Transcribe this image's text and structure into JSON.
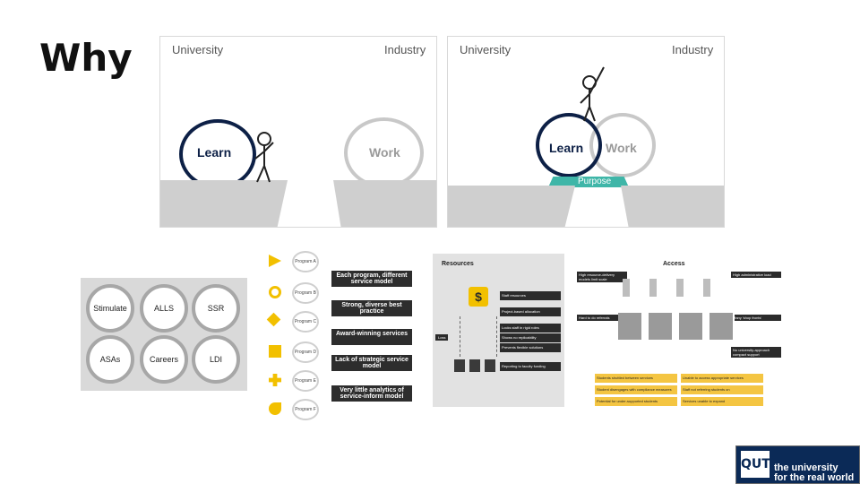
{
  "slide": {
    "title": "Why"
  },
  "diagram_a": {
    "university_label": "University",
    "industry_label": "Industry",
    "learn_label": "Learn",
    "work_label": "Work"
  },
  "diagram_b": {
    "university_label": "University",
    "industry_label": "Industry",
    "learn_label": "Learn",
    "work_label": "Work",
    "bridge_label": "Purpose"
  },
  "grid_panel": {
    "rings": [
      "Stimulate",
      "ALLS",
      "SSR",
      "ASAs",
      "Careers",
      "LDI"
    ]
  },
  "program_panel": {
    "bubbles": [
      "Program A",
      "Program B",
      "Program C",
      "Program D",
      "Program E",
      "Program F"
    ],
    "labels": [
      "Each program, different service model",
      "Strong, diverse best practice",
      "Award-winning services",
      "Lack of strategic service model",
      "Very little analytics of service-inform model"
    ]
  },
  "resources_panel": {
    "title": "Resources",
    "items": [
      "Staff resources",
      "Project-based allocation",
      "Locks staff in rigid roles",
      "Shows no replicability",
      "Prevents flexible solutions",
      "Reporting to faculty funding"
    ],
    "dollar": "$",
    "loss": "Loss"
  },
  "access_panel": {
    "title": "Access",
    "left_notes": [
      "High resource-delivery models limit scale",
      "Hard to do referrals"
    ],
    "right_notes": [
      "High administrative load",
      "Many 'shop fronts'",
      "No university-approach compact support"
    ],
    "tiles": [
      "Students shuttled between services",
      "Unable to access appropriate services",
      "Student disengages with compliance measures",
      "Staff not referring students on",
      "Potential for under-supported students",
      "Services unable to expand"
    ]
  },
  "logo": {
    "mark": "QUT",
    "line1": "the university",
    "line2": "for the real world"
  },
  "colors": {
    "navy": "#0d2046",
    "teal": "#3fb6a8",
    "yellow": "#f2c000",
    "grey_ring": "#a7a7a7"
  }
}
